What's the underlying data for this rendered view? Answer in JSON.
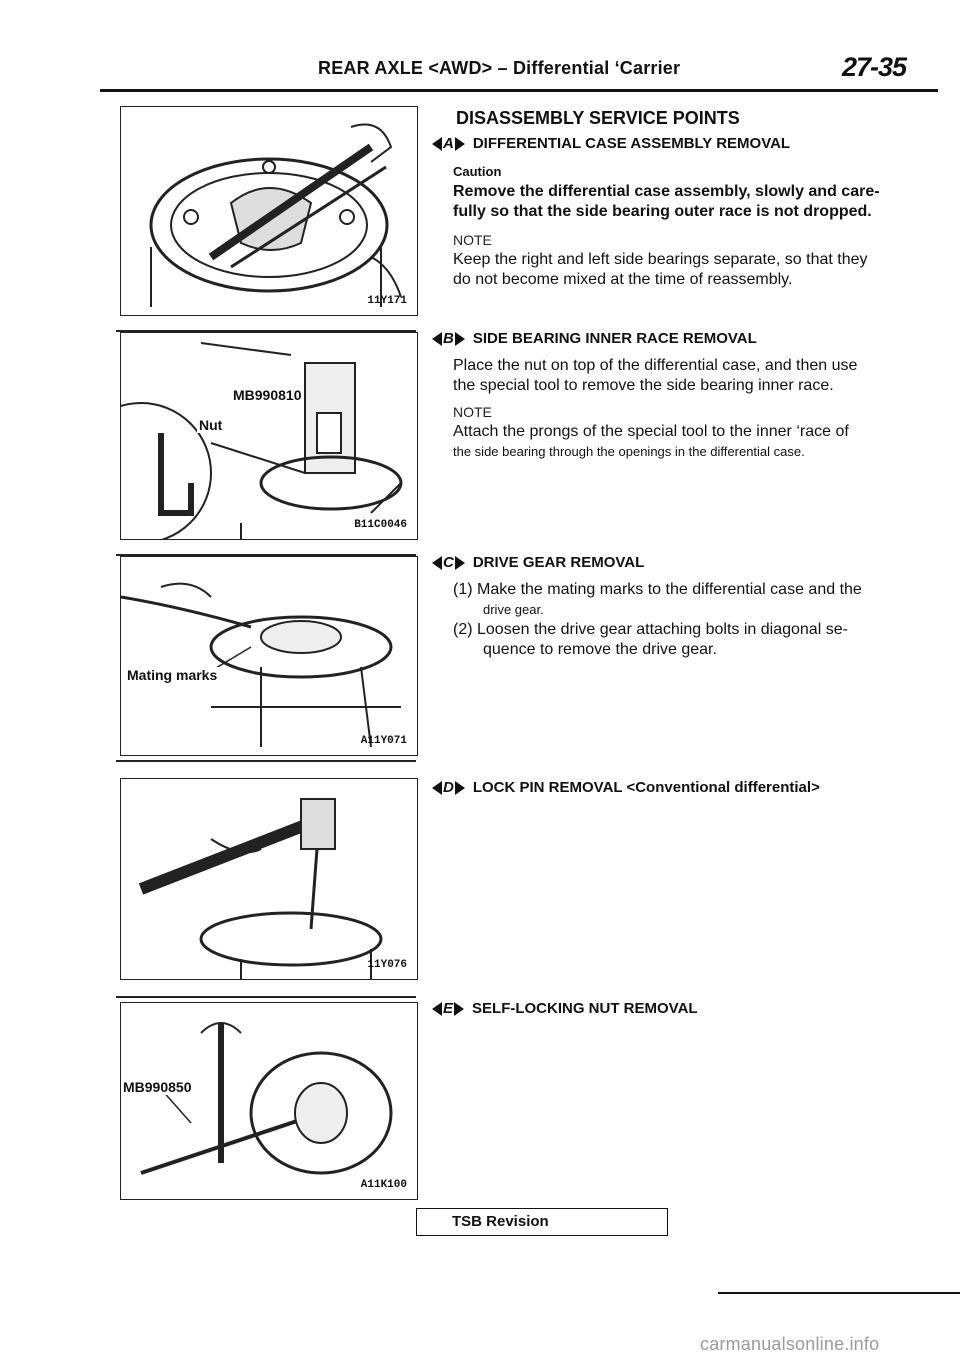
{
  "header": {
    "title": "REAR AXLE <AWD> – Differential ‘Carrier",
    "page_number": "27-35"
  },
  "figures": [
    {
      "code": "11Y171",
      "callouts": []
    },
    {
      "code": "B11C0046",
      "callouts": [
        "MB990810",
        "Nut"
      ]
    },
    {
      "code": "A11Y071",
      "callouts": [
        "Mating marks"
      ]
    },
    {
      "code": "11Y076",
      "callouts": []
    },
    {
      "code": "A11K100",
      "callouts": [
        "MB990850"
      ]
    }
  ],
  "main_heading": "DISASSEMBLY SERVICE POINTS",
  "sections": [
    {
      "key": "A",
      "title": "DIFFERENTIAL CASE ASSEMBLY REMOVAL",
      "caution_label": "Caution",
      "caution_lines": [
        "Remove the differential case assembly, slowly and care-",
        "fully so that the side bearing outer race is not dropped."
      ],
      "note_label": "NOTE",
      "note_lines": [
        "Keep the right and left side bearings separate, so that they",
        "do not become mixed at the time of reassembly."
      ]
    },
    {
      "key": "B",
      "title": "SIDE BEARING INNER RACE REMOVAL",
      "body_lines": [
        "Place the nut on top of the differential case, and then use",
        "the special tool to remove the side bearing inner race."
      ],
      "note_label": "NOTE",
      "note_lines": [
        "Attach the prongs of the special tool to the inner ‘race of",
        "the side bearing through the openings in the differential case."
      ]
    },
    {
      "key": "C",
      "title": "DRIVE GEAR REMOVAL",
      "steps": [
        "(1) Make the mating marks to the differential case and the",
        "drive gear.",
        "(2) Loosen the drive gear attaching bolts in diagonal se-",
        "quence to remove the drive gear."
      ]
    },
    {
      "key": "D",
      "title": "LOCK PIN REMOVAL <Conventional differential>"
    },
    {
      "key": "E",
      "title": "SELF-LOCKING NUT REMOVAL"
    }
  ],
  "footer": {
    "tsb_label": "TSB Revision",
    "watermark": "carmanualsonline.info"
  }
}
